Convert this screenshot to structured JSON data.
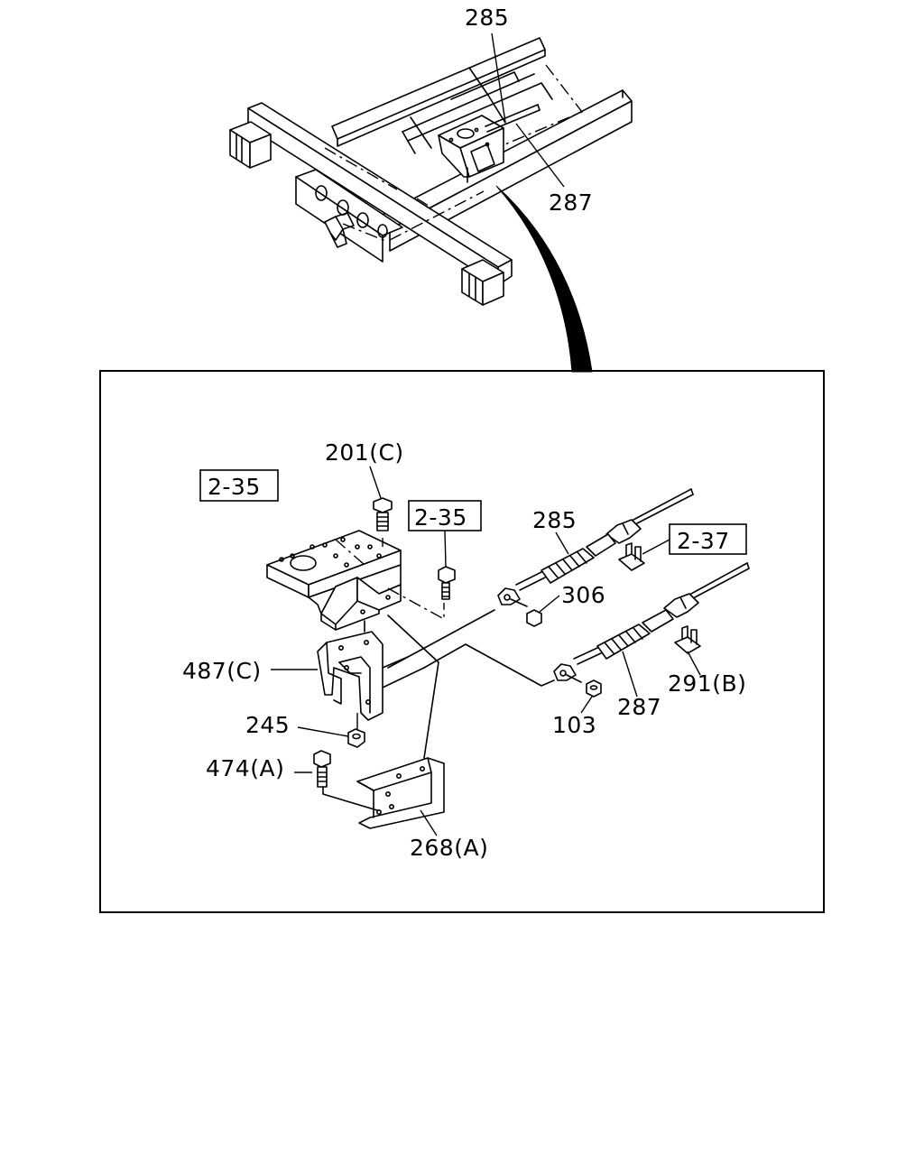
{
  "callouts": {
    "overview_285": "285",
    "overview_287": "287",
    "ref_235_left": "2-35",
    "ref_235_mid": "2-35",
    "ref_237": "2-37",
    "p201c": "201(C)",
    "p285": "285",
    "p306": "306",
    "p487c": "487(C)",
    "p245": "245",
    "p474a": "474(A)",
    "p268a": "268(A)",
    "p287": "287",
    "p103": "103",
    "p291b": "291(B)"
  }
}
